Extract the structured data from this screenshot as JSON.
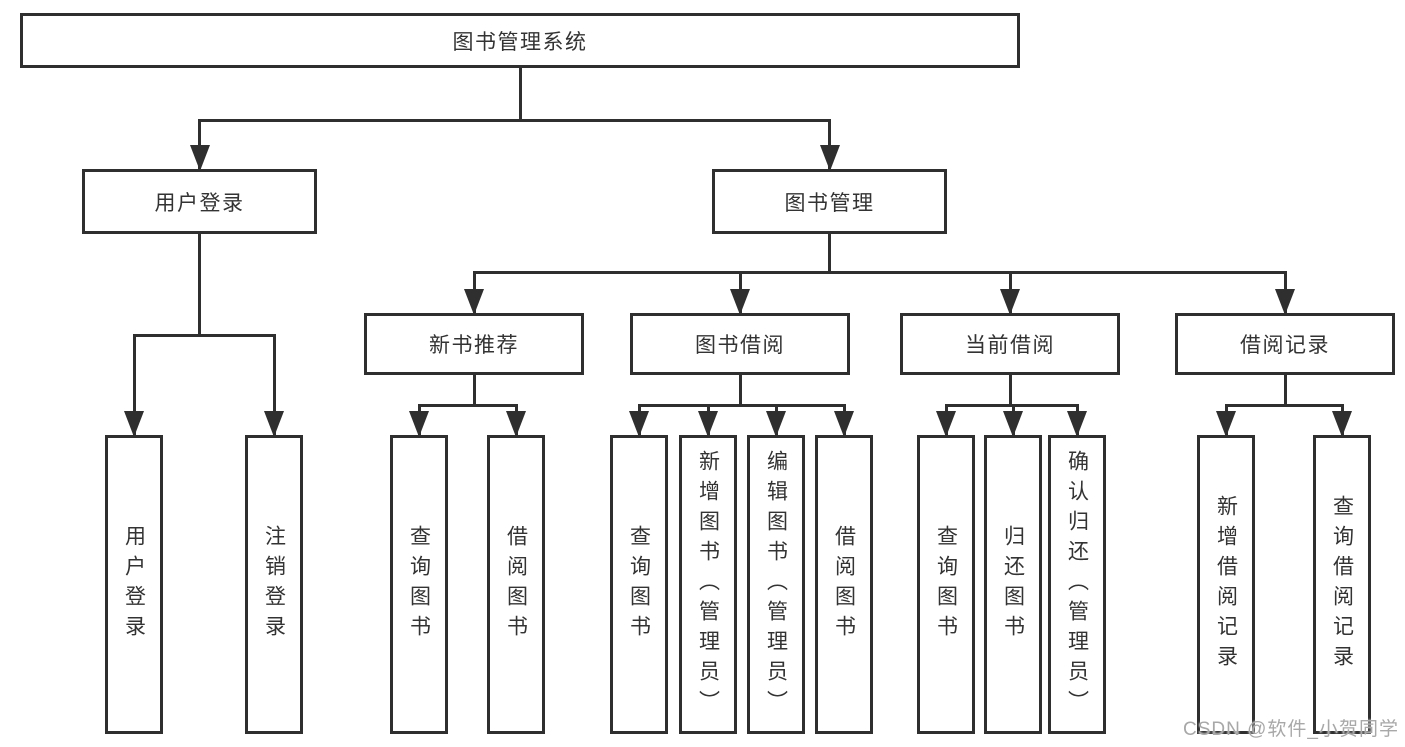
{
  "diagram": {
    "title": "图书管理系统",
    "nodes": [
      {
        "id": "root",
        "label": "图书管理系统",
        "level": 1,
        "text_direction": "horizontal"
      },
      {
        "id": "user-login",
        "label": "用户登录",
        "level": 2,
        "text_direction": "horizontal"
      },
      {
        "id": "book-mgmt",
        "label": "图书管理",
        "level": 2,
        "text_direction": "horizontal"
      },
      {
        "id": "new-book-rec",
        "label": "新书推荐",
        "level": 3,
        "text_direction": "horizontal"
      },
      {
        "id": "book-borrow",
        "label": "图书借阅",
        "level": 3,
        "text_direction": "horizontal"
      },
      {
        "id": "current-borrow",
        "label": "当前借阅",
        "level": 3,
        "text_direction": "horizontal"
      },
      {
        "id": "borrow-records",
        "label": "借阅记录",
        "level": 3,
        "text_direction": "horizontal"
      },
      {
        "id": "leaf-user-login",
        "label": "用户登录",
        "level": 4,
        "text_direction": "vertical"
      },
      {
        "id": "leaf-logout",
        "label": "注销登录",
        "level": 4,
        "text_direction": "vertical"
      },
      {
        "id": "leaf-rec-query",
        "label": "查询图书",
        "level": 4,
        "text_direction": "vertical"
      },
      {
        "id": "leaf-rec-borrow",
        "label": "借阅图书",
        "level": 4,
        "text_direction": "vertical"
      },
      {
        "id": "leaf-bb-query",
        "label": "查询图书",
        "level": 4,
        "text_direction": "vertical"
      },
      {
        "id": "leaf-bb-add",
        "label": "新增图书（管理员）",
        "level": 4,
        "text_direction": "vertical"
      },
      {
        "id": "leaf-bb-edit",
        "label": "编辑图书（管理员）",
        "level": 4,
        "text_direction": "vertical"
      },
      {
        "id": "leaf-bb-borrow",
        "label": "借阅图书",
        "level": 4,
        "text_direction": "vertical"
      },
      {
        "id": "leaf-cb-query",
        "label": "查询图书",
        "level": 4,
        "text_direction": "vertical"
      },
      {
        "id": "leaf-cb-return",
        "label": "归还图书",
        "level": 4,
        "text_direction": "vertical"
      },
      {
        "id": "leaf-cb-confirm",
        "label": "确认归还（管理员）",
        "level": 4,
        "text_direction": "vertical"
      },
      {
        "id": "leaf-br-add",
        "label": "新增借阅记录",
        "level": 4,
        "text_direction": "vertical"
      },
      {
        "id": "leaf-br-query",
        "label": "查询借阅记录",
        "level": 4,
        "text_direction": "vertical"
      }
    ],
    "edges": [
      {
        "from": "root",
        "to": [
          "user-login",
          "book-mgmt"
        ]
      },
      {
        "from": "user-login",
        "to": [
          "leaf-user-login",
          "leaf-logout"
        ]
      },
      {
        "from": "book-mgmt",
        "to": [
          "new-book-rec",
          "book-borrow",
          "current-borrow",
          "borrow-records"
        ]
      },
      {
        "from": "new-book-rec",
        "to": [
          "leaf-rec-query",
          "leaf-rec-borrow"
        ]
      },
      {
        "from": "book-borrow",
        "to": [
          "leaf-bb-query",
          "leaf-bb-add",
          "leaf-bb-edit",
          "leaf-bb-borrow"
        ]
      },
      {
        "from": "current-borrow",
        "to": [
          "leaf-cb-query",
          "leaf-cb-return",
          "leaf-cb-confirm"
        ]
      },
      {
        "from": "borrow-records",
        "to": [
          "leaf-br-add",
          "leaf-br-query"
        ]
      }
    ]
  },
  "watermark": {
    "text": "CSDN @软件_小贺同学"
  },
  "colors": {
    "line": "#2f2f2f",
    "text": "#333333",
    "background": "#ffffff",
    "watermark": "#a8a8a8"
  }
}
